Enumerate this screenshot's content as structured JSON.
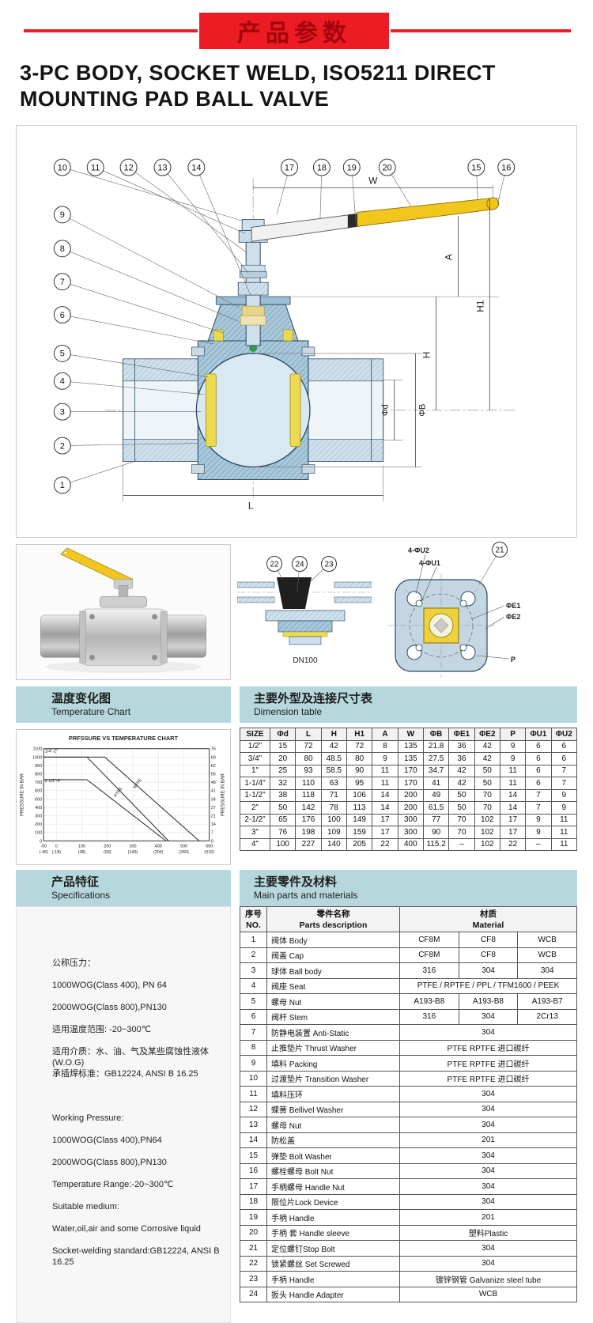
{
  "banner": {
    "title": "产品参数"
  },
  "title": {
    "line1": "3-PC BODY, SOCKET WELD, ISO5211 DIRECT",
    "line2": "MOUNTING PAD BALL VALVE"
  },
  "colors": {
    "banner_red": "#ed1b24",
    "header_teal": "#b6d8dd",
    "handle_yellow": "#f2c71d",
    "seat_yellow": "#eeda52",
    "steel_blue": "#9dbfd5"
  },
  "main_diagram": {
    "callouts": [
      "10",
      "11",
      "12",
      "13",
      "14",
      "17",
      "18",
      "19",
      "20",
      "15",
      "16",
      "9",
      "8",
      "7",
      "6",
      "5",
      "4",
      "3",
      "2",
      "1"
    ],
    "dims": {
      "w": "W",
      "a": "A",
      "h1": "H1",
      "h": "H",
      "phi_d": "Φd",
      "phi_b": "ΦB",
      "l": "L"
    }
  },
  "section_diagram": {
    "callouts": [
      "22",
      "24",
      "23"
    ],
    "dn_label": "DN100"
  },
  "flange_diagram": {
    "callout": "21",
    "labels": {
      "u2": "4-ΦU2",
      "u1": "4-ΦU1",
      "e1": "ΦE1",
      "e2": "ΦE2",
      "p": "P"
    }
  },
  "sections": {
    "temperature": {
      "zh": "温度变化图",
      "en": "Temperature Chart"
    },
    "dimension": {
      "zh": "主要外型及连接尺寸表",
      "en": "Dimension table"
    },
    "specs": {
      "zh": "产品特征",
      "en": "Specifications"
    },
    "parts": {
      "zh": "主要零件及材料",
      "en": "Main parts and materials"
    }
  },
  "chart_data": {
    "type": "line",
    "title": "PRFSSURE VS TEMPERATURE CHART",
    "ylabel_left": "PRESSURE IN BAR",
    "ylabel_right": "PRESSURE IN BAR",
    "y_ticks_left": [
      1100,
      1000,
      900,
      800,
      700,
      600,
      500,
      400,
      300,
      200,
      100,
      0
    ],
    "y_ticks_right": [
      76,
      69,
      62,
      55,
      48,
      41,
      34,
      27,
      21,
      14,
      7,
      0
    ],
    "x_ticks_f": [
      "-50",
      "0",
      "100",
      "200",
      "300",
      "400",
      "500",
      "600"
    ],
    "x_ticks_c": [
      "(-46)",
      "(-18)",
      "(38)",
      "(93)",
      "(149)",
      "(204)",
      "(260)",
      "(316)"
    ],
    "xlim": [
      -50,
      600
    ],
    "ylim": [
      0,
      1100
    ],
    "grid": true,
    "series": [
      {
        "name": "1/4\"-2\" RTFE",
        "points": [
          [
            -50,
            1000
          ],
          [
            190,
            1000
          ],
          [
            560,
            0
          ]
        ]
      },
      {
        "name": "1/4\"-2\" PTFE",
        "points": [
          [
            -50,
            1000
          ],
          [
            120,
            1000
          ],
          [
            440,
            0
          ]
        ]
      },
      {
        "name": "2-1/2\"-4\"",
        "points": [
          [
            -50,
            730
          ],
          [
            120,
            730
          ],
          [
            430,
            0
          ]
        ]
      }
    ],
    "annotations": [
      {
        "text": "1/4\"-2\"",
        "x": -45,
        "y": 1055
      },
      {
        "text": "2 1/2\"-4\"",
        "x": -45,
        "y": 700
      },
      {
        "text": "RTFE",
        "x": 310,
        "y": 620,
        "rotate": -55
      },
      {
        "text": "PTFE",
        "x": 235,
        "y": 520,
        "rotate": -55
      }
    ]
  },
  "dimension_table": {
    "headers": [
      "SIZE",
      "Φd",
      "L",
      "H",
      "H1",
      "A",
      "W",
      "ΦB",
      "ΦE1",
      "ΦE2",
      "P",
      "ΦU1",
      "ΦU2"
    ],
    "rows": [
      [
        "1/2\"",
        "15",
        "72",
        "42",
        "72",
        "8",
        "135",
        "21.8",
        "36",
        "42",
        "9",
        "6",
        "6"
      ],
      [
        "3/4\"",
        "20",
        "80",
        "48.5",
        "80",
        "9",
        "135",
        "27.5",
        "36",
        "42",
        "9",
        "6",
        "6"
      ],
      [
        "1\"",
        "25",
        "93",
        "58.5",
        "90",
        "11",
        "170",
        "34.7",
        "42",
        "50",
        "11",
        "6",
        "7"
      ],
      [
        "1-1/4\"",
        "32",
        "110",
        "63",
        "95",
        "11",
        "170",
        "41",
        "42",
        "50",
        "11",
        "6",
        "7"
      ],
      [
        "1-1/2\"",
        "38",
        "118",
        "71",
        "106",
        "14",
        "200",
        "49",
        "50",
        "70",
        "14",
        "7",
        "9"
      ],
      [
        "2\"",
        "50",
        "142",
        "78",
        "113",
        "14",
        "200",
        "61.5",
        "50",
        "70",
        "14",
        "7",
        "9"
      ],
      [
        "2-1/2\"",
        "65",
        "176",
        "100",
        "149",
        "17",
        "300",
        "77",
        "70",
        "102",
        "17",
        "9",
        "11"
      ],
      [
        "3\"",
        "76",
        "198",
        "109",
        "159",
        "17",
        "300",
        "90",
        "70",
        "102",
        "17",
        "9",
        "11"
      ],
      [
        "4\"",
        "100",
        "227",
        "140",
        "205",
        "22",
        "400",
        "115.2",
        "–",
        "102",
        "22",
        "–",
        "11"
      ]
    ]
  },
  "specifications": {
    "lines": [
      "公称压力：",
      "1000WOG(Class 400), PN 64",
      "2000WOG(Class 800),PN130",
      "适用温度范围: -20~300℃",
      "适用介质：水、油、气及某些腐蚀性液体(W.O.G)",
      "承插焊标准：GB12224, ANSI B 16.25",
      "",
      "Working Pressure:",
      "1000WOG(Class 400),PN64",
      "2000WOG(Class 800),PN130",
      "Temperature Range:-20~300℃",
      "Suitable medium:",
      "Water,oil,air and some Corrosive liquid",
      "Socket-welding standard:GB12224, ANSI B 16.25"
    ]
  },
  "parts_table": {
    "headers": {
      "no_zh": "序号",
      "no_en": "NO.",
      "name_zh": "零件名称",
      "name_en": "Parts  description",
      "mat_zh": "材质",
      "mat_en": "Material"
    },
    "rows": [
      {
        "no": "1",
        "name": "阀体 Body",
        "materials": [
          "CF8M",
          "CF8",
          "WCB"
        ]
      },
      {
        "no": "2",
        "name": "阀盖 Cap",
        "materials": [
          "CF8M",
          "CF8",
          "WCB"
        ]
      },
      {
        "no": "3",
        "name": "球体 Ball body",
        "materials": [
          "316",
          "304",
          "304"
        ]
      },
      {
        "no": "4",
        "name": "阀座 Seat",
        "materials": [
          "PTFE / RPTFE / PPL / TFM1600 / PEEK"
        ]
      },
      {
        "no": "5",
        "name": "螺母 Nut",
        "materials": [
          "A193-B8",
          "A193-B8",
          "A193-B7"
        ]
      },
      {
        "no": "6",
        "name": "阀杆 Stem",
        "materials": [
          "316",
          "304",
          "2Cr13"
        ]
      },
      {
        "no": "7",
        "name": "防静电装置 Anti-Static",
        "materials": [
          "304"
        ]
      },
      {
        "no": "8",
        "name": "止推垫片 Thrust Washer",
        "materials": [
          "PTFE  RPTFE  进口碳纤"
        ]
      },
      {
        "no": "9",
        "name": "填料 Packing",
        "materials": [
          "PTFE  RPTFE  进口碳纤"
        ]
      },
      {
        "no": "10",
        "name": "过渡垫片 Transition Washer",
        "materials": [
          "PTFE  RPTFE  进口碳纤"
        ]
      },
      {
        "no": "11",
        "name": "填料压环",
        "materials": [
          "304"
        ]
      },
      {
        "no": "12",
        "name": "蝶簧 Bellivel Washer",
        "materials": [
          "304"
        ]
      },
      {
        "no": "13",
        "name": "螺母  Nut",
        "materials": [
          "304"
        ]
      },
      {
        "no": "14",
        "name": "防松盖",
        "materials": [
          "201"
        ]
      },
      {
        "no": "15",
        "name": "弹垫  Bolt Washer",
        "materials": [
          "304"
        ]
      },
      {
        "no": "16",
        "name": "螺栓螺母 Bolt Nut",
        "materials": [
          "304"
        ]
      },
      {
        "no": "17",
        "name": "手柄螺母 Handle Nut",
        "materials": [
          "304"
        ]
      },
      {
        "no": "18",
        "name": "限位片Lock Device",
        "materials": [
          "304"
        ]
      },
      {
        "no": "19",
        "name": "手柄  Handle",
        "materials": [
          "201"
        ]
      },
      {
        "no": "20",
        "name": "手柄 套 Handle sleeve",
        "materials": [
          "塑料Plastic"
        ]
      },
      {
        "no": "21",
        "name": "定位螺钉Stop Bolt",
        "materials": [
          "304"
        ]
      },
      {
        "no": "22",
        "name": "锁紧螺丝 Set Screwed",
        "materials": [
          "304"
        ]
      },
      {
        "no": "23",
        "name": "手柄  Handle",
        "materials": [
          "镀锌钢管 Galvanize steel tube"
        ]
      },
      {
        "no": "24",
        "name": "扳头  Handle Adapter",
        "materials": [
          "WCB"
        ]
      }
    ]
  }
}
